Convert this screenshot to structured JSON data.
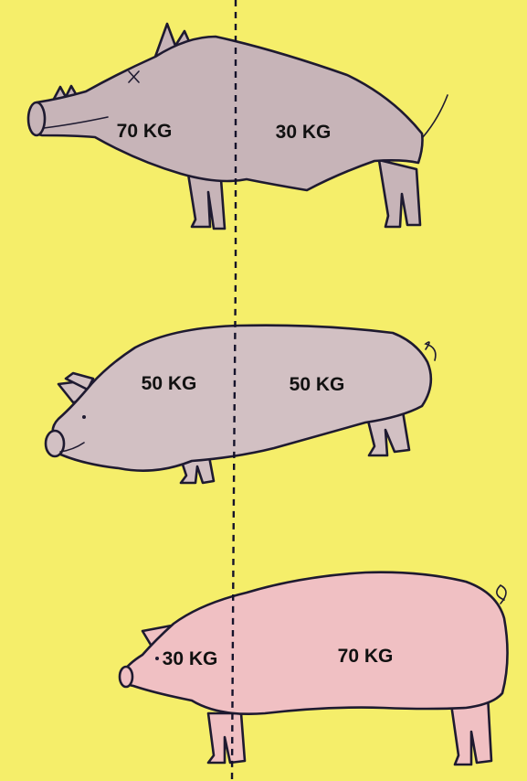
{
  "colors": {
    "background": "#f5ee6a",
    "boar_body": "#c7b4b8",
    "middle_pig_body": "#d2c0c3",
    "modern_pig_body": "#f0c0c3",
    "outline": "#1e1a30"
  },
  "pigs": [
    {
      "id": "wild-boar",
      "front_label": "70 KG",
      "rear_label": "30 KG"
    },
    {
      "id": "middle-pig",
      "front_label": "50 KG",
      "rear_label": "50 KG"
    },
    {
      "id": "modern-pig",
      "front_label": "30 KG",
      "rear_label": "70 KG"
    }
  ]
}
